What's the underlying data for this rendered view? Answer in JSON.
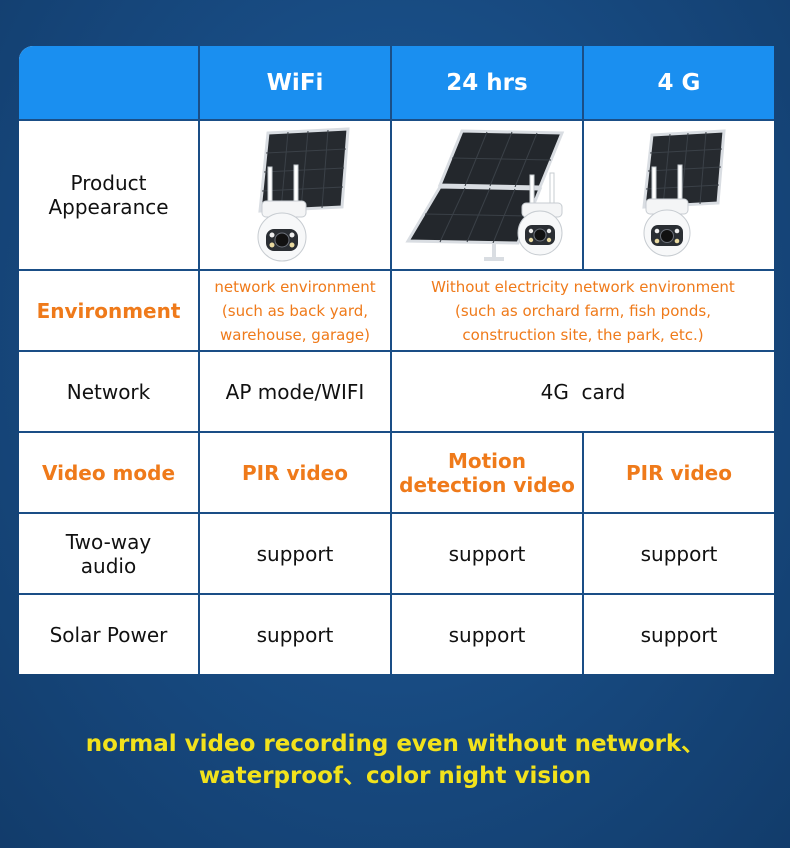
{
  "header": {
    "col_wifi": "WiFi",
    "col_24hrs": "24 hrs",
    "col_4g": "4 G"
  },
  "rows": {
    "appearance": {
      "label_line1": "Product",
      "label_line2": "Appearance",
      "icons": [
        "solar-camera-wifi-icon",
        "solar-camera-dual-panel-icon",
        "solar-camera-4g-icon"
      ]
    },
    "environment": {
      "label": "Environment",
      "wifi_line1": "network environment",
      "wifi_line2": "(such as back yard,",
      "wifi_line3": "warehouse, garage)",
      "other_line1": "Without electricity network environment",
      "other_line2": "(such as orchard farm, fish ponds,",
      "other_line3": "construction site, the park, etc.)"
    },
    "network": {
      "label": "Network",
      "wifi": "AP mode/WIFI",
      "other": "4G  card"
    },
    "video_mode": {
      "label": "Video mode",
      "wifi": "PIR video",
      "hrs_line1": "Motion",
      "hrs_line2": "detection video",
      "g4": "PIR video"
    },
    "two_way": {
      "label_line1": "Two-way",
      "label_line2": "audio",
      "wifi": "support",
      "hrs": "support",
      "g4": "support"
    },
    "solar": {
      "label": "Solar Power",
      "wifi": "support",
      "hrs": "support",
      "g4": "support"
    }
  },
  "footer": {
    "line1": "normal video recording even without network、",
    "line2": "waterproof、color night vision"
  },
  "colors": {
    "header_bg": "#1a8ff0",
    "accent_orange": "#ef7a1a",
    "footer_yellow": "#f2e21c",
    "border_blue": "#1a4e86"
  }
}
